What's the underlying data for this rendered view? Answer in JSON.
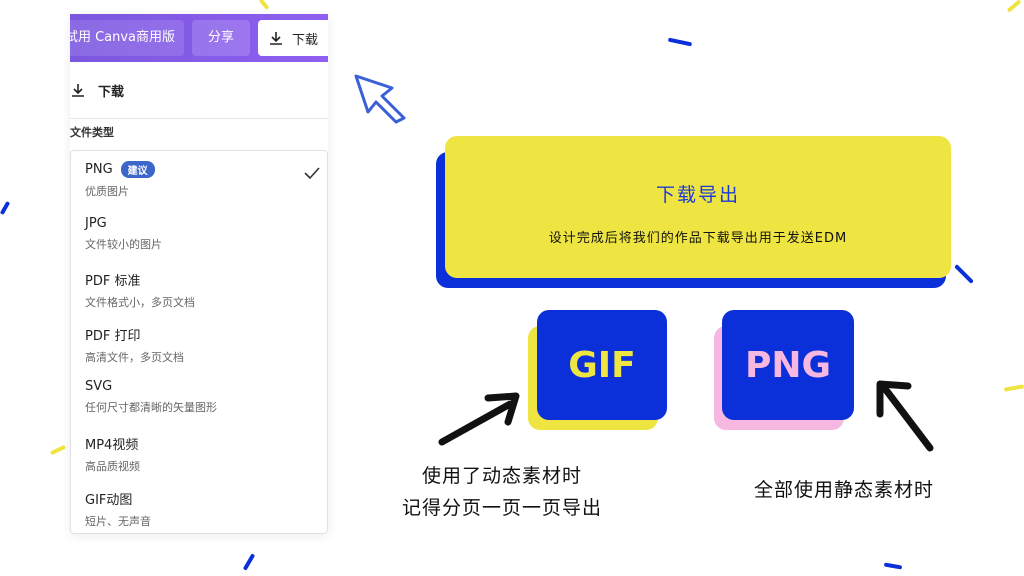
{
  "panel": {
    "topbar": {
      "upgrade_label": "试用 Canva商用版",
      "share_label": "分享",
      "download_label": "下载"
    },
    "download_header": "下载",
    "filetype_label": "文件类型",
    "options": [
      {
        "title": "PNG",
        "badge": "建议",
        "desc": "优质图片",
        "selected": true
      },
      {
        "title": "JPG",
        "desc": "文件较小的图片"
      },
      {
        "title": "PDF 标准",
        "desc": "文件格式小，多页文档"
      },
      {
        "title": "PDF 打印",
        "desc": "高清文件，多页文档"
      },
      {
        "title": "SVG",
        "desc": "任何尺寸都清晰的矢量图形"
      },
      {
        "title": "MP4视频",
        "desc": "高品质视频"
      },
      {
        "title": "GIF动图",
        "desc": "短片、无声音"
      }
    ]
  },
  "illustration": {
    "card_title": "下载导出",
    "card_subtitle": "设计完成后将我们的作品下载导出用于发送EDM",
    "gif_label": "GIF",
    "png_label": "PNG",
    "note_left_line1": "使用了动态素材时",
    "note_left_line2": "记得分页一页一页导出",
    "note_right": "全部使用静态素材时"
  },
  "colors": {
    "accent_purple": "#7b57e0",
    "badge_blue": "#3c66c9",
    "card_yellow": "#efe542",
    "card_blue": "#0b2fd8",
    "card_pink": "#f6b8e0"
  }
}
